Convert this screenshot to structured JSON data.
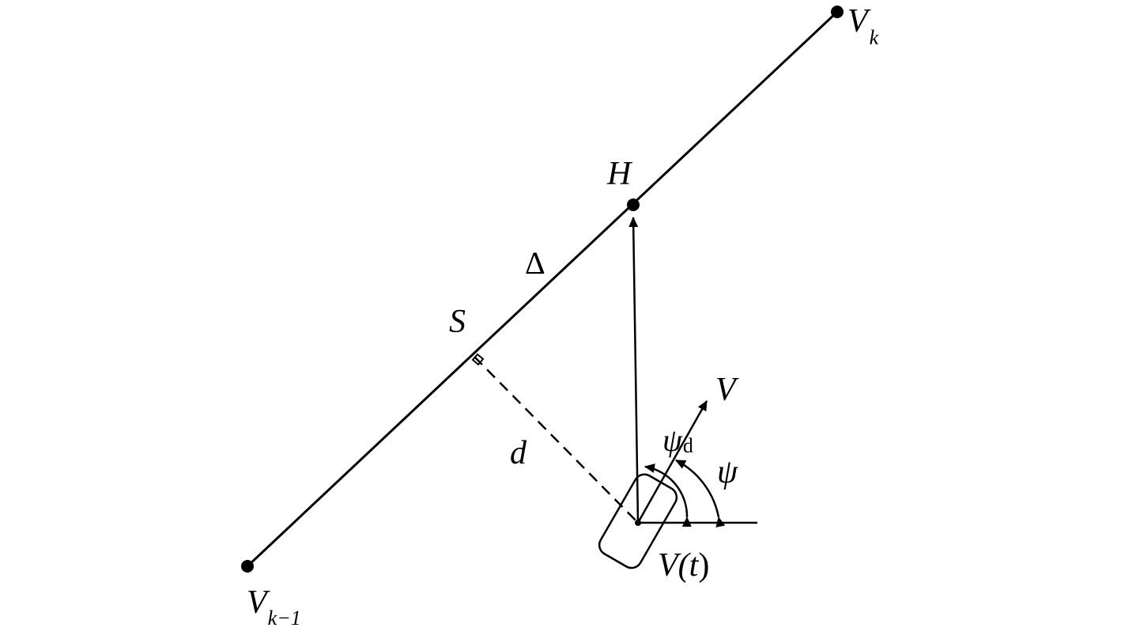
{
  "labels": {
    "vk": {
      "main": "V",
      "sub": "k"
    },
    "vk_minus_1": {
      "main": "V",
      "sub": "k−1"
    },
    "h": "H",
    "delta": "Δ",
    "s": "S",
    "d": "d",
    "v": "V",
    "psi_d": {
      "main": "ψ",
      "sub": "d"
    },
    "psi": "ψ",
    "vt": {
      "main": "V(",
      "arg": "t",
      "close": ")"
    }
  },
  "colors": {
    "stroke": "#000000",
    "background": "#ffffff"
  }
}
